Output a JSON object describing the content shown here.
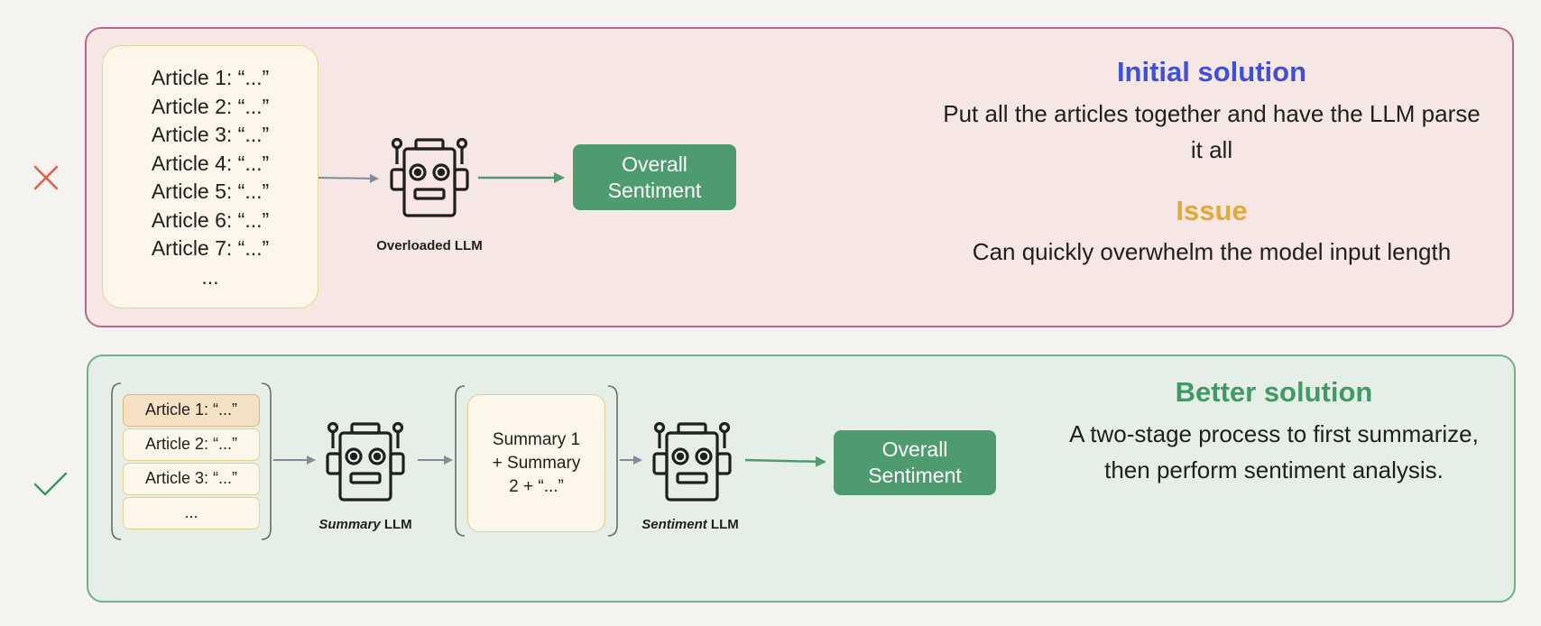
{
  "top": {
    "articles": [
      "Article 1: “...”",
      "Article 2: “...”",
      "Article 3: “...”",
      "Article 4: “...”",
      "Article 5: “...”",
      "Article 6: “...”",
      "Article 7: “...”",
      "..."
    ],
    "llm_label": "Overloaded LLM",
    "result": [
      "Overall",
      "Sentiment"
    ],
    "heading_solution": "Initial solution",
    "solution_text": "Put all the articles together and have the LLM parse it all",
    "heading_issue": "Issue",
    "issue_text": "Can quickly overwhelm the model input length"
  },
  "bottom": {
    "articles": [
      "Article 1: “...”",
      "Article 2: “...”",
      "Article 3: “...”",
      "..."
    ],
    "summary_llm_label": {
      "italic": "Summary",
      "rest": " LLM"
    },
    "summary_lines": [
      "Summary 1",
      "+ Summary",
      "2 + “...”"
    ],
    "sentiment_llm_label": {
      "italic": "Sentiment",
      "rest": " LLM"
    },
    "result": [
      "Overall",
      "Sentiment"
    ],
    "heading_solution": "Better solution",
    "solution_text": "A two-stage process to first summarize, then perform sentiment analysis."
  },
  "colors": {
    "initial_heading": "#3f4fd8",
    "issue_heading": "#e3a83a",
    "better_heading": "#3f9a63",
    "result_green": "#4f9b70",
    "cross_mark": "#d9644a",
    "check_mark": "#3f9a63"
  },
  "icons": {
    "top_mark": "cross-icon",
    "bottom_mark": "check-icon",
    "robot": "robot-icon"
  }
}
